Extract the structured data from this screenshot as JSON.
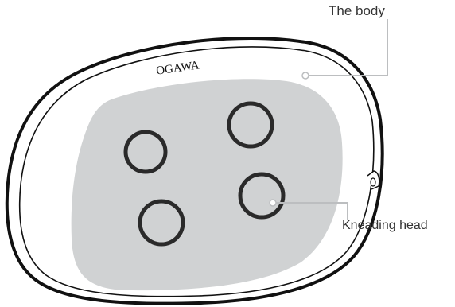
{
  "labels": {
    "body": "The body",
    "kneading_head": "Kneading head"
  },
  "brand": "OGAWA",
  "colors": {
    "outline": "#111111",
    "panel": "#d0d2d3",
    "leader": "#bcbec0",
    "body_fill": "#ffffff",
    "label_text": "#333333"
  },
  "icons": {
    "kneading_head": "ring-icon",
    "connector": "plug-icon"
  }
}
